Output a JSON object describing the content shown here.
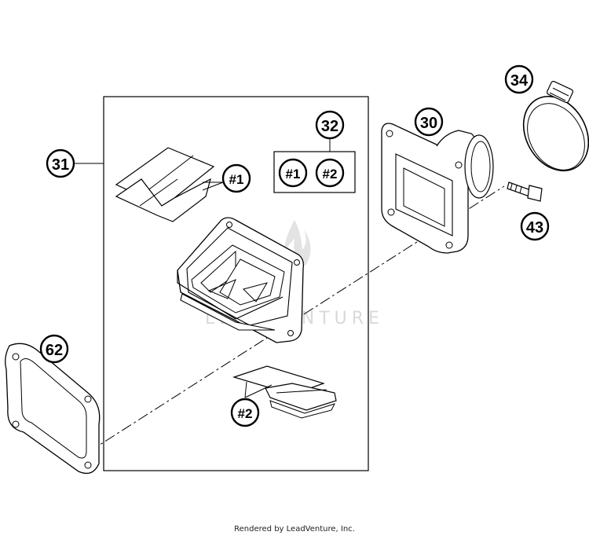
{
  "callouts": {
    "c31": "31",
    "c32": "32",
    "c30": "30",
    "c34": "34",
    "c43": "43",
    "c62": "62"
  },
  "refs": {
    "r1": "#1",
    "r2": "#2"
  },
  "watermark": "LEADVENTURE",
  "footer": "Rendered by LeadVenture, Inc."
}
